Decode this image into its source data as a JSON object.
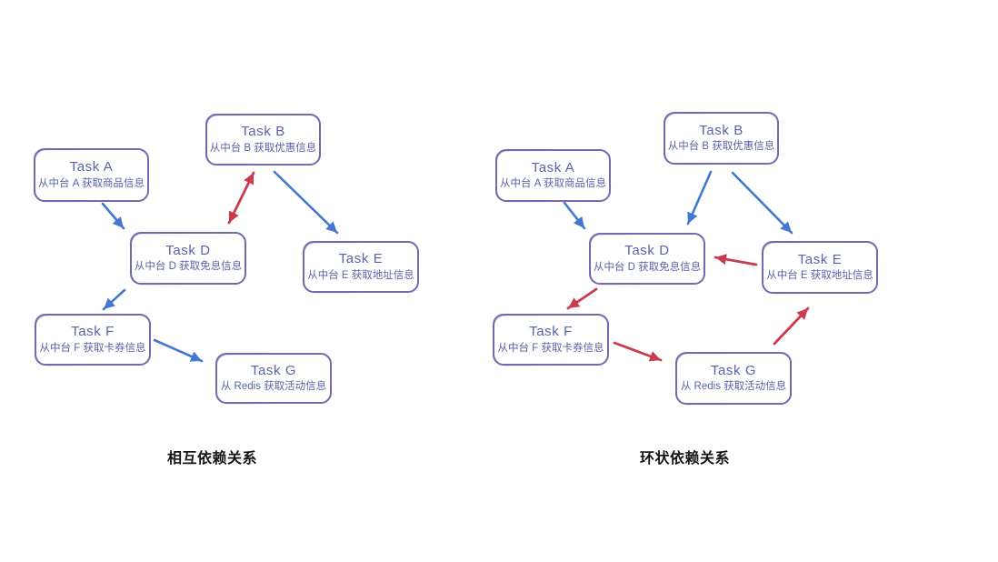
{
  "colors": {
    "node_border": "#7568b0",
    "node_text": "#5b63a8",
    "dependency_arrow_blue": "#4377d2",
    "cycle_arrow_red": "#cc3a50",
    "caption_text": "#161616",
    "background": "#ffffff"
  },
  "diagrams": [
    {
      "caption": "相互依赖关系",
      "nodes": [
        {
          "id": "A",
          "title": "Task A",
          "subtitle": "从中台 A 获取商品信息"
        },
        {
          "id": "B",
          "title": "Task B",
          "subtitle": "从中台 B 获取优惠信息"
        },
        {
          "id": "D",
          "title": "Task D",
          "subtitle": "从中台 D 获取免息信息"
        },
        {
          "id": "E",
          "title": "Task E",
          "subtitle": "从中台 E 获取地址信息"
        },
        {
          "id": "F",
          "title": "Task F",
          "subtitle": "从中台 F 获取卡券信息"
        },
        {
          "id": "G",
          "title": "Task G",
          "subtitle": "从 Redis 获取活动信息"
        }
      ],
      "edges": [
        {
          "from": "A",
          "to": "D",
          "color": "blue",
          "bidirectional": false
        },
        {
          "from": "B",
          "to": "D",
          "color": "red",
          "bidirectional": true
        },
        {
          "from": "B",
          "to": "E",
          "color": "blue",
          "bidirectional": false
        },
        {
          "from": "D",
          "to": "F",
          "color": "blue",
          "bidirectional": false
        },
        {
          "from": "F",
          "to": "G",
          "color": "blue",
          "bidirectional": false
        }
      ]
    },
    {
      "caption": "环状依赖关系",
      "nodes": [
        {
          "id": "A",
          "title": "Task A",
          "subtitle": "从中台 A 获取商品信息"
        },
        {
          "id": "B",
          "title": "Task B",
          "subtitle": "从中台 B 获取优惠信息"
        },
        {
          "id": "D",
          "title": "Task D",
          "subtitle": "从中台 D 获取免息信息"
        },
        {
          "id": "E",
          "title": "Task E",
          "subtitle": "从中台 E 获取地址信息"
        },
        {
          "id": "F",
          "title": "Task F",
          "subtitle": "从中台 F 获取卡券信息"
        },
        {
          "id": "G",
          "title": "Task G",
          "subtitle": "从 Redis 获取活动信息"
        }
      ],
      "edges": [
        {
          "from": "A",
          "to": "D",
          "color": "blue",
          "bidirectional": false
        },
        {
          "from": "B",
          "to": "D",
          "color": "blue",
          "bidirectional": false
        },
        {
          "from": "B",
          "to": "E",
          "color": "blue",
          "bidirectional": false
        },
        {
          "from": "E",
          "to": "D",
          "color": "red",
          "bidirectional": false
        },
        {
          "from": "D",
          "to": "F",
          "color": "red",
          "bidirectional": false
        },
        {
          "from": "F",
          "to": "G",
          "color": "red",
          "bidirectional": false
        },
        {
          "from": "G",
          "to": "E",
          "color": "red",
          "bidirectional": false
        }
      ]
    }
  ]
}
